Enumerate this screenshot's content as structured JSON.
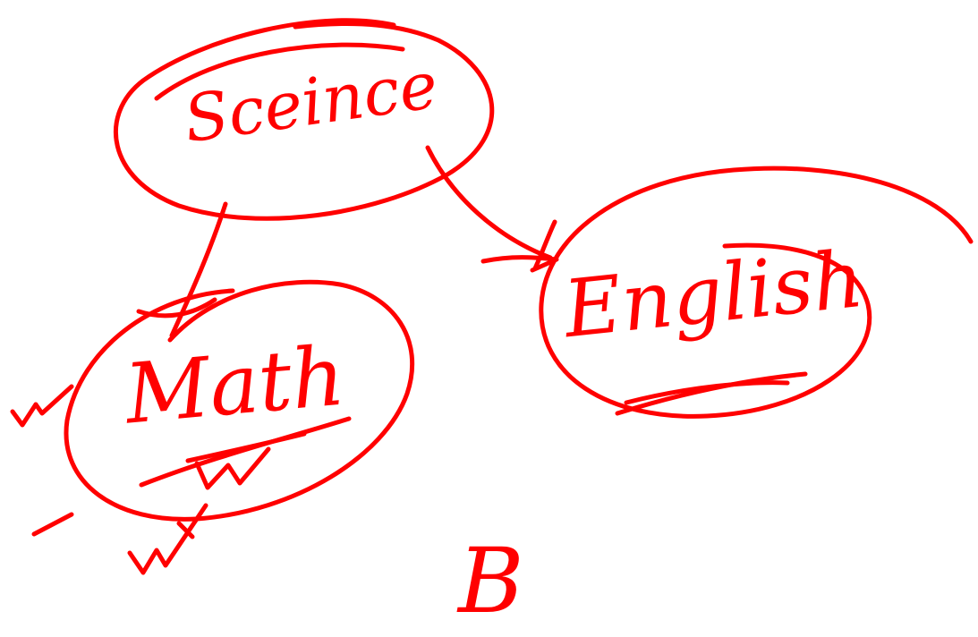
{
  "ink_color": "#ff0000",
  "nodes": {
    "science": "Sceince",
    "math": "Math",
    "english": "English"
  },
  "footer_letter": "B"
}
